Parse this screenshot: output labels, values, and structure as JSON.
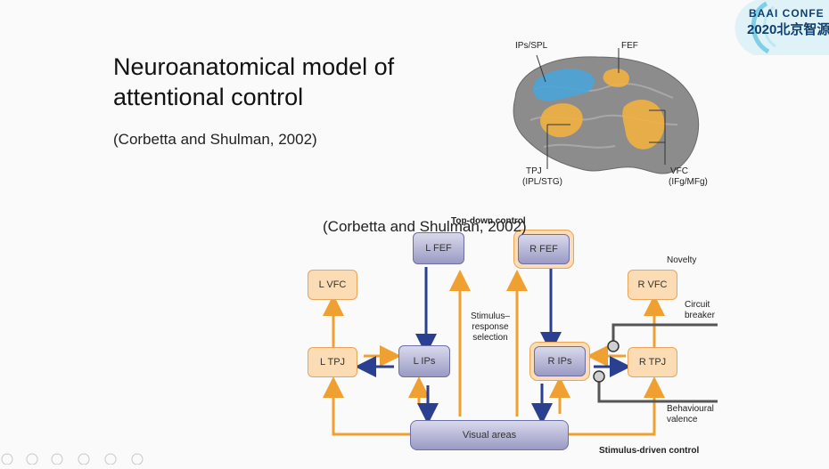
{
  "slide": {
    "title": "Neuroanatomical model of attentional control",
    "citation": "(Corbetta and Shulman, 2002)",
    "diagram_citation": "(Corbetta and Shulman, 2002)"
  },
  "logo": {
    "line1": "BAAI CONFE",
    "line2": "2020北京智源"
  },
  "brain": {
    "labels": {
      "ips_spl": "IPs/SPL",
      "fef": "FEF",
      "tpj": "TPJ",
      "tpj_sub": "(IPL/STG)",
      "vfc": "VFC",
      "vfc_sub": "(IFg/MFg)"
    }
  },
  "diagram": {
    "top_label": "Top-down control",
    "bottom_label": "Stimulus-driven control",
    "stimulus_response": [
      "Stimulus–",
      "response",
      "selection"
    ],
    "novelty": "Novelty",
    "circuit_breaker": [
      "Circuit",
      "breaker"
    ],
    "behavioural_valence": [
      "Behavioural",
      "valence"
    ],
    "nodes": {
      "l_fef": "L FEF",
      "r_fef": "R FEF",
      "l_vfc": "L VFC",
      "r_vfc": "R VFC",
      "l_tpj": "L TPJ",
      "l_ips": "L IPs",
      "r_ips": "R IPs",
      "r_tpj": "R TPJ",
      "visual": "Visual areas"
    }
  },
  "colors": {
    "orange": "#f0a030",
    "blue": "#2a3f8f",
    "grey": "#555555",
    "brain": "#8c8c8c",
    "ips_blue": "#4aa3d8",
    "tpj_orange": "#f0b040"
  }
}
